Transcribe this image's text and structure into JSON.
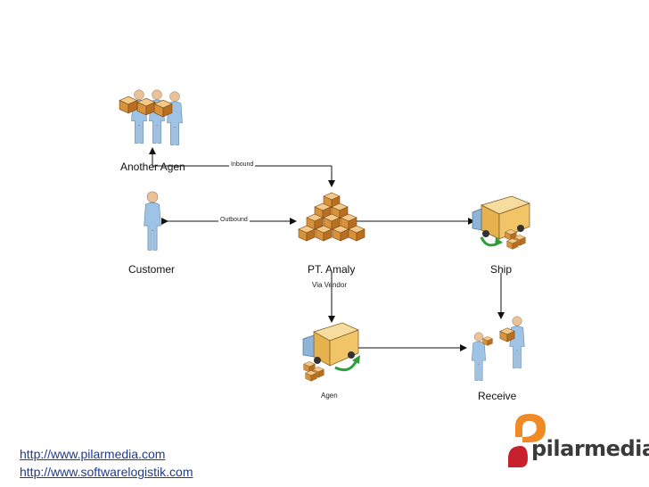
{
  "nodes": {
    "another_agen": "Another Agen",
    "customer": "Customer",
    "pt_amaly": "PT. Amaly",
    "via_vendor": "Via Vendor",
    "ship": "Ship",
    "agen": "Agen",
    "receive": "Receive"
  },
  "edges": {
    "inbound": "Inbound",
    "outbound": "Outbound"
  },
  "links": [
    "http://www.pilarmedia.com",
    "http://www.softwarelogistik.com"
  ],
  "brand": {
    "name": "pilarmedia",
    "colors": {
      "orange": "#f08a24",
      "red": "#c8202c",
      "text": "#3a3a3a"
    }
  },
  "icons": {
    "another_agen": "people-carrying-boxes-icon",
    "customer": "person-icon",
    "pt_amaly": "box-stack-icon",
    "ship": "delivery-truck-icon",
    "agen": "delivery-truck-icon",
    "receive": "people-exchanging-box-icon"
  }
}
